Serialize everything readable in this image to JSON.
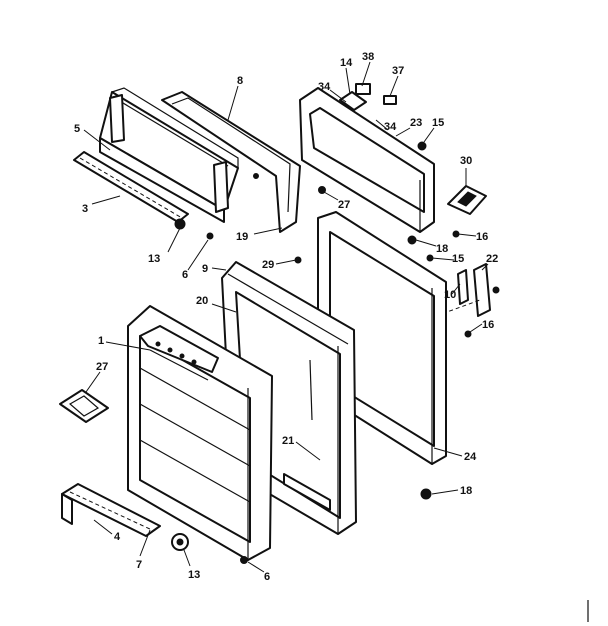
{
  "diagram": {
    "callouts": [
      {
        "id": "c-8",
        "text": "8"
      },
      {
        "id": "c-5",
        "text": "5"
      },
      {
        "id": "c-3",
        "text": "3"
      },
      {
        "id": "c-13a",
        "text": "13"
      },
      {
        "id": "c-6a",
        "text": "6"
      },
      {
        "id": "c-19",
        "text": "19"
      },
      {
        "id": "c-14",
        "text": "14"
      },
      {
        "id": "c-38",
        "text": "38"
      },
      {
        "id": "c-37",
        "text": "37"
      },
      {
        "id": "c-34a",
        "text": "34"
      },
      {
        "id": "c-34b",
        "text": "34"
      },
      {
        "id": "c-23",
        "text": "23"
      },
      {
        "id": "c-15a",
        "text": "15"
      },
      {
        "id": "c-27a",
        "text": "27"
      },
      {
        "id": "c-30",
        "text": "30"
      },
      {
        "id": "c-18a",
        "text": "18"
      },
      {
        "id": "c-16a",
        "text": "16"
      },
      {
        "id": "c-9",
        "text": "9"
      },
      {
        "id": "c-29",
        "text": "29"
      },
      {
        "id": "c-15b",
        "text": "15"
      },
      {
        "id": "c-22",
        "text": "22"
      },
      {
        "id": "c-10",
        "text": "10"
      },
      {
        "id": "c-16b",
        "text": "16"
      },
      {
        "id": "c-20",
        "text": "20"
      },
      {
        "id": "c-1",
        "text": "1"
      },
      {
        "id": "c-27b",
        "text": "27"
      },
      {
        "id": "c-21",
        "text": "21"
      },
      {
        "id": "c-24",
        "text": "24"
      },
      {
        "id": "c-18b",
        "text": "18"
      },
      {
        "id": "c-4",
        "text": "4"
      },
      {
        "id": "c-7",
        "text": "7"
      },
      {
        "id": "c-13b",
        "text": "13"
      },
      {
        "id": "c-6b",
        "text": "6"
      }
    ]
  }
}
